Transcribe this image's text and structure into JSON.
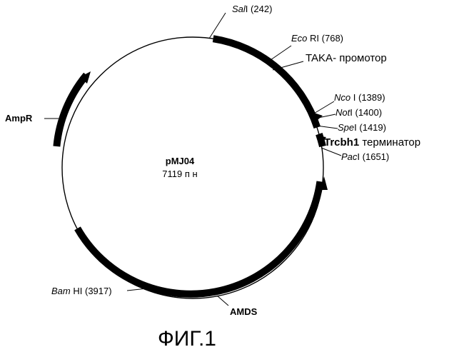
{
  "plasmid": {
    "name": "pMJ04",
    "size": "7119 п н"
  },
  "sites": [
    {
      "enzyme": "Sal",
      "suffix": "I",
      "pos": "(242)"
    },
    {
      "enzyme": "Eco",
      "suffix": "RI",
      "pos": "(768)"
    },
    {
      "enzyme": "Nco",
      "suffix": "I",
      "pos": "(1389)"
    },
    {
      "enzyme": "Not",
      "suffix": "I",
      "pos": "(1400)"
    },
    {
      "enzyme": "Spe",
      "suffix": "I",
      "pos": "(1419)"
    },
    {
      "enzyme": "Pac",
      "suffix": "I",
      "pos": "(1651)"
    },
    {
      "enzyme": "Bam",
      "suffix": "HI",
      "pos": "(3917)"
    }
  ],
  "features": {
    "taka": "TAKA- промотор",
    "trcbh1_name": "Trcbh1",
    "trcbh1_rest": "терминатор",
    "amdS": "AMDS",
    "ampR": "AmpR"
  },
  "figure": "ФИГ.1"
}
